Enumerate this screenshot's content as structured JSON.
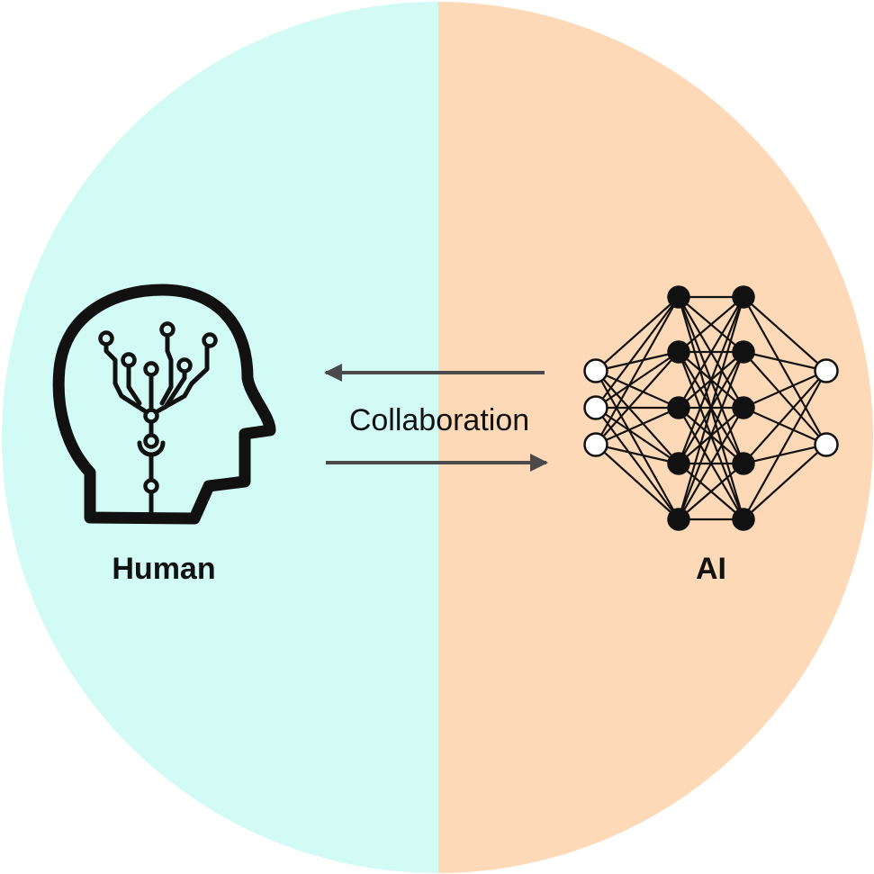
{
  "colors": {
    "human_side": "#D2FBF6",
    "ai_side": "#FDD9B7",
    "ink": "#111111",
    "arrow": "#4A4A4A"
  },
  "labels": {
    "human": "Human",
    "ai": "AI",
    "collaboration": "Collaboration"
  },
  "icons": {
    "human": "human-head-circuit-icon",
    "ai": "neural-network-icon"
  },
  "network": {
    "layers": [
      3,
      5,
      5,
      2
    ],
    "input_style": "hollow",
    "hidden_style": "filled",
    "output_style": "hollow"
  }
}
